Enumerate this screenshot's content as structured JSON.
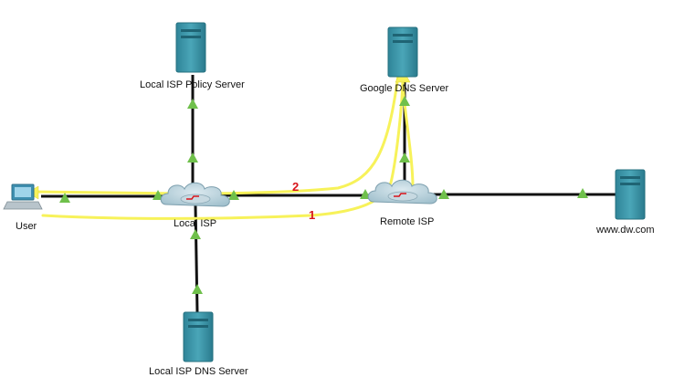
{
  "nodes": {
    "user": {
      "label": "User"
    },
    "local_isp": {
      "label": "Local ISP"
    },
    "remote_isp": {
      "label": "Remote ISP"
    },
    "policy_server": {
      "label": "Local ISP Policy Server"
    },
    "dns_server": {
      "label": "Local ISP DNS Server"
    },
    "google_dns": {
      "label": "Google DNS Server"
    },
    "website": {
      "label": "www.dw.com"
    }
  },
  "paths": {
    "path_1": {
      "label": "1"
    },
    "path_2": {
      "label": "2"
    }
  },
  "colors": {
    "link": "#111111",
    "path_highlight": "#f7f25a",
    "link_indicator": "#6fc04b",
    "server": "#3e98ab",
    "path_number": "#d8141a"
  }
}
